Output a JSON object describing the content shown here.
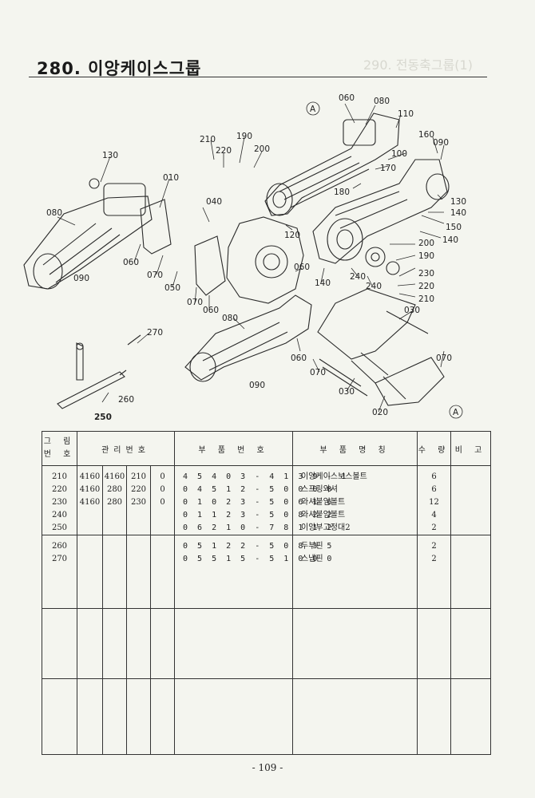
{
  "page": {
    "title": "280. 이앙케이스그룹",
    "bleed_text": "290. 전동축그룹(1)",
    "page_number": "- 109 -"
  },
  "diagram": {
    "callouts": [
      "060",
      "080",
      "110",
      "010",
      "160",
      "090",
      "100",
      "170",
      "180",
      "130",
      "140",
      "150",
      "140",
      "200",
      "190",
      "230",
      "220",
      "210",
      "210",
      "220",
      "190",
      "200",
      "130",
      "080",
      "040",
      "120",
      "060",
      "070",
      "050",
      "070",
      "060",
      "060",
      "140",
      "240",
      "240",
      "030",
      "080",
      "060",
      "070",
      "090",
      "030",
      "020",
      "270",
      "260",
      "250",
      "070"
    ],
    "reference_marker": "A"
  },
  "table": {
    "headers": {
      "group_no": "그 림 번 호",
      "management_no": "관리번호",
      "part_no": "부 품 번 호",
      "part_name": "부 품 명 칭",
      "quantity": "수 량",
      "remarks": "비 고"
    },
    "rows": [
      {
        "group": "210",
        "m1": "4160",
        "m2": "4160",
        "m3": "210",
        "m4": "0",
        "part_no": "45403-4139-1",
        "name": "이앙케이스보스볼트",
        "qty": "6"
      },
      {
        "group": "220",
        "m1": "4160",
        "m2": "280",
        "m3": "220",
        "m4": "0",
        "part_no": "04512-50060",
        "name": "스프링와셔",
        "qty": "6"
      },
      {
        "group": "230",
        "m1": "4160",
        "m2": "280",
        "m3": "230",
        "m4": "0",
        "part_no": "01023-50616",
        "name": "와셔붙임볼트",
        "qty": "12"
      },
      {
        "group": "240",
        "m1": "",
        "m2": "",
        "m3": "",
        "m4": "",
        "part_no": "01123-50822",
        "name": "와셔붙임볼트",
        "qty": "4"
      },
      {
        "group": "250",
        "m1": "",
        "m2": "",
        "m3": "",
        "m4": "",
        "part_no": "06210-78112",
        "name": "이앙부고정대2",
        "qty": "2"
      },
      {
        "group": "260",
        "m1": "",
        "m2": "",
        "m3": "",
        "m4": "",
        "part_no": "05122-50835",
        "name": "두부핀",
        "qty": "2"
      },
      {
        "group": "270",
        "m1": "",
        "m2": "",
        "m3": "",
        "m4": "",
        "part_no": "05515-51000",
        "name": "스냅핀",
        "qty": "2"
      }
    ]
  }
}
